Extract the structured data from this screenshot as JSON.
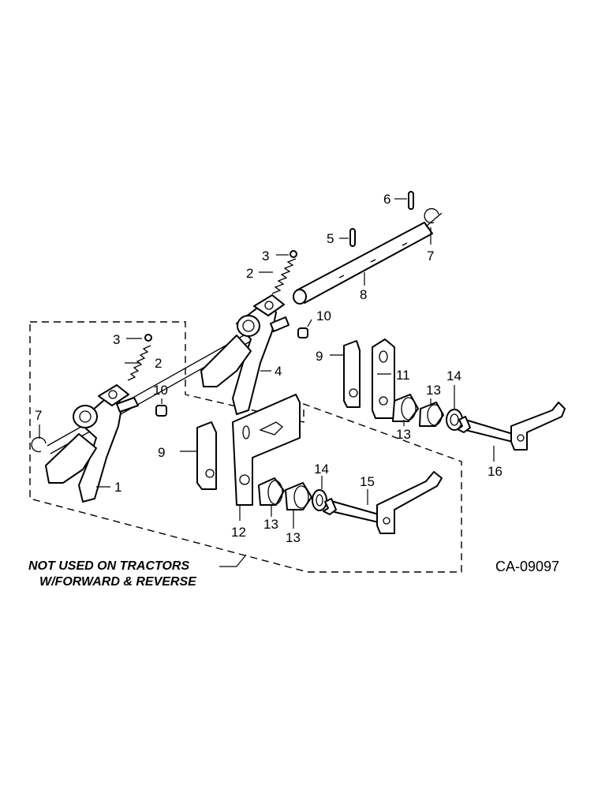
{
  "diagram": {
    "drawing_code": "CA-09097",
    "note_line1": "NOT USED ON TRACTORS",
    "note_line2": "W/FORWARD & REVERSE",
    "callouts": {
      "c1": "1",
      "c2a": "2",
      "c2b": "2",
      "c3a": "3",
      "c3b": "3",
      "c4": "4",
      "c5": "5",
      "c6": "6",
      "c7a": "7",
      "c7b": "7",
      "c8": "8",
      "c9a": "9",
      "c9b": "9",
      "c10a": "10",
      "c10b": "10",
      "c11": "11",
      "c12": "12",
      "c13a": "13",
      "c13b": "13",
      "c13c": "13",
      "c13d": "13",
      "c14a": "14",
      "c14b": "14",
      "c15": "15",
      "c16": "16"
    }
  }
}
